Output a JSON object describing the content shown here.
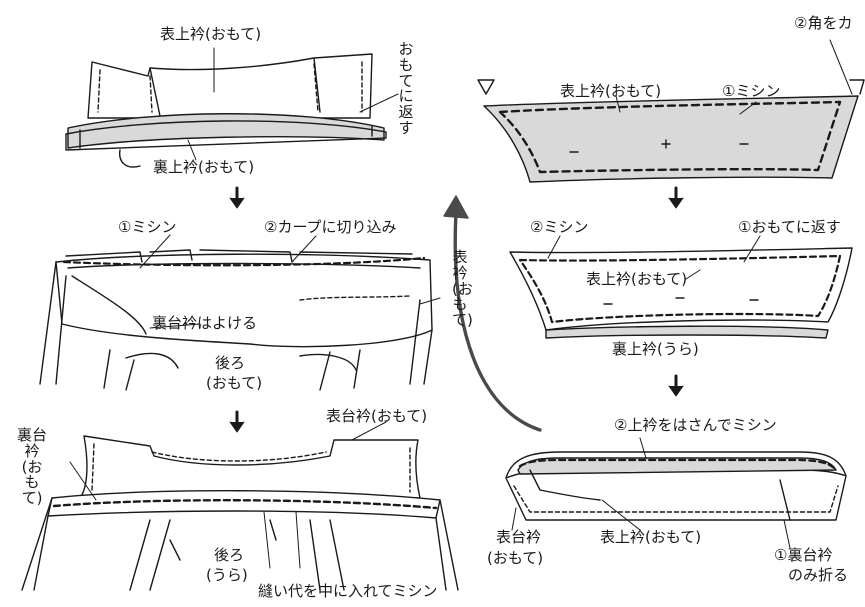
{
  "labels": {
    "s1_top_collar": "表上衿(おもて)",
    "s1_side_fold": "おもてに返す",
    "s1_under_collar": "裏上衿(おもて)",
    "s2_stitch": "①ミシン",
    "s2_curve_clip": "②カープに切り込み",
    "s2_top_stand_side": "表衿(おもて)",
    "s2_under_stand_aside": "裏台衿はよける",
    "s2_back_front": "後ろ",
    "s2_back_front_paren": "(おもて)",
    "s3_top_stand": "表台衿(おもて)",
    "s3_under_stand_side": "裏台衿(おもて)",
    "s3_back_reverse": "後ろ",
    "s3_back_reverse_paren": "(うら)",
    "s3_seam_note": "縫い代を中に入れてミシン",
    "r1_corner_cut": "②角をカ",
    "r1_top_collar": "表上衿(おもて)",
    "r1_stitch": "①ミシン",
    "r2_stitch": "②ミシン",
    "r2_turn": "①おもてに返す",
    "r2_top_collar": "表上衿(おもて)",
    "r2_under_collar": "裏上衿(うら)",
    "r3_sandwich": "②上衿をはさんでミシン",
    "r3_top_stand": "表台衿",
    "r3_top_stand_paren": "(おもて)",
    "r3_top_collar": "表上衿(おもて)",
    "r3_fold_only": "①裏台衿",
    "r3_fold_only_2": "のみ折る"
  },
  "colors": {
    "ink": "#1a1a1a",
    "fabric_shade": "#d9d9d9",
    "flow_arrow": "#4a4a4a"
  }
}
